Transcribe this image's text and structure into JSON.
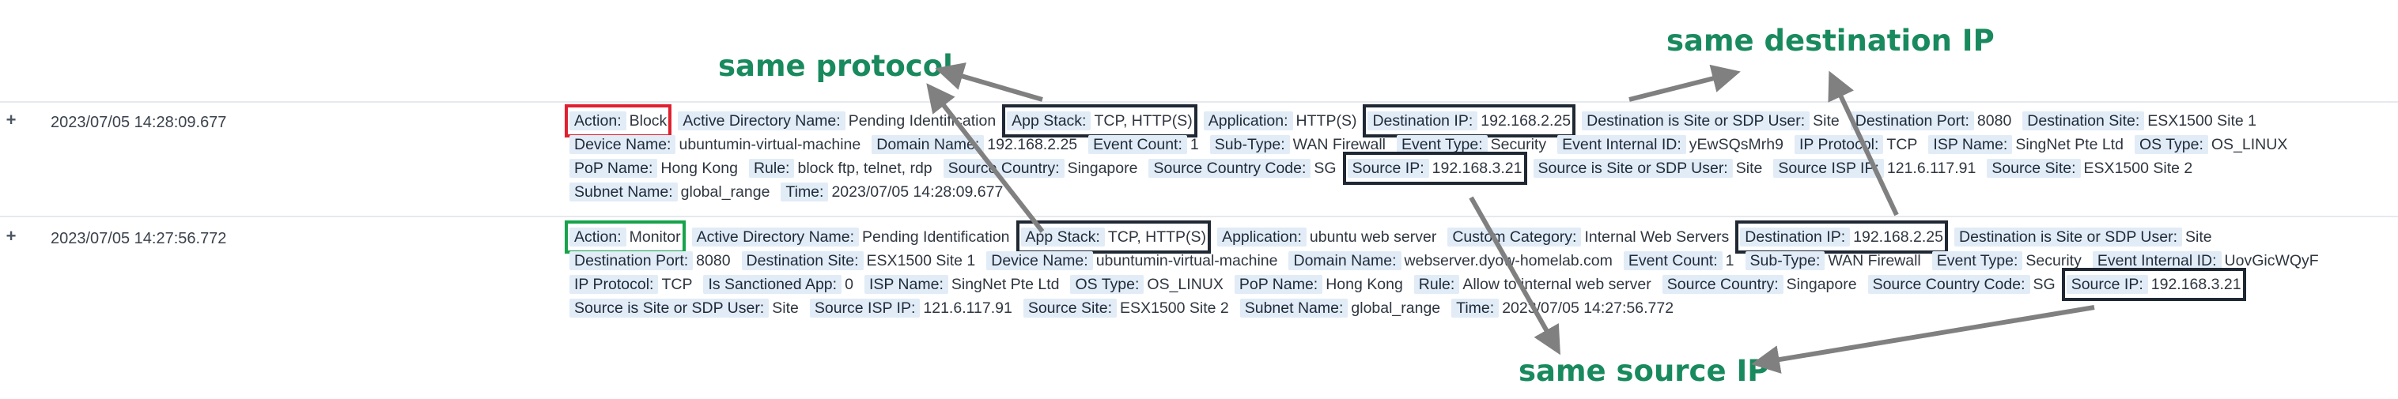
{
  "annotations": {
    "same_protocol": "same protocol",
    "same_destination_ip": "same destination IP",
    "same_source_ip": "same source IP",
    "arrow_color": "#808080",
    "text_color": "#198a5e"
  },
  "highlight_colors": {
    "block": "#e0202f",
    "monitor": "#16a34a",
    "match": "#1f2833"
  },
  "events": [
    {
      "timestamp": "2023/07/05 14:28:09.677",
      "expand": "+",
      "lines": [
        [
          {
            "k": "Action:",
            "v": "Block",
            "hl": "red"
          },
          {
            "k": "Active Directory Name:",
            "v": "Pending Identification"
          },
          {
            "k": "App Stack:",
            "v": "TCP, HTTP(S)",
            "hl": "black"
          },
          {
            "k": "Application:",
            "v": "HTTP(S)"
          },
          {
            "k": "Destination IP:",
            "v": "192.168.2.25",
            "hl": "black"
          },
          {
            "k": "Destination is Site or SDP User:",
            "v": "Site"
          },
          {
            "k": "Destination Port:",
            "v": "8080"
          },
          {
            "k": "Destination Site:",
            "v": "ESX1500 Site 1"
          }
        ],
        [
          {
            "k": "Device Name:",
            "v": "ubuntumin-virtual-machine"
          },
          {
            "k": "Domain Name:",
            "v": "192.168.2.25"
          },
          {
            "k": "Event Count:",
            "v": "1"
          },
          {
            "k": "Sub-Type:",
            "v": "WAN Firewall"
          },
          {
            "k": "Event Type:",
            "v": "Security"
          },
          {
            "k": "Event Internal ID:",
            "v": "yEwSQsMrh9"
          },
          {
            "k": "IP Protocol:",
            "v": "TCP"
          },
          {
            "k": "ISP Name:",
            "v": "SingNet Pte Ltd"
          },
          {
            "k": "OS Type:",
            "v": "OS_LINUX"
          }
        ],
        [
          {
            "k": "PoP Name:",
            "v": "Hong Kong"
          },
          {
            "k": "Rule:",
            "v": "block ftp, telnet, rdp"
          },
          {
            "k": "Source Country:",
            "v": "Singapore"
          },
          {
            "k": "Source Country Code:",
            "v": "SG"
          },
          {
            "k": "Source IP:",
            "v": "192.168.3.21",
            "hl": "black"
          },
          {
            "k": "Source is Site or SDP User:",
            "v": "Site"
          },
          {
            "k": "Source ISP IP:",
            "v": "121.6.117.91"
          },
          {
            "k": "Source Site:",
            "v": "ESX1500 Site 2"
          }
        ],
        [
          {
            "k": "Subnet Name:",
            "v": "global_range"
          },
          {
            "k": "Time:",
            "v": "2023/07/05 14:28:09.677"
          }
        ]
      ]
    },
    {
      "timestamp": "2023/07/05 14:27:56.772",
      "expand": "+",
      "lines": [
        [
          {
            "k": "Action:",
            "v": "Monitor",
            "hl": "green"
          },
          {
            "k": "Active Directory Name:",
            "v": "Pending Identification"
          },
          {
            "k": "App Stack:",
            "v": "TCP, HTTP(S)",
            "hl": "black"
          },
          {
            "k": "Application:",
            "v": "ubuntu web server"
          },
          {
            "k": "Custom Category:",
            "v": "Internal Web Servers"
          },
          {
            "k": "Destination IP:",
            "v": "192.168.2.25",
            "hl": "black"
          },
          {
            "k": "Destination is Site or SDP User:",
            "v": "Site"
          }
        ],
        [
          {
            "k": "Destination Port:",
            "v": "8080"
          },
          {
            "k": "Destination Site:",
            "v": "ESX1500 Site 1"
          },
          {
            "k": "Device Name:",
            "v": "ubuntumin-virtual-machine"
          },
          {
            "k": "Domain Name:",
            "v": "webserver.dyow-homelab.com"
          },
          {
            "k": "Event Count:",
            "v": "1"
          },
          {
            "k": "Sub-Type:",
            "v": "WAN Firewall"
          },
          {
            "k": "Event Type:",
            "v": "Security"
          },
          {
            "k": "Event Internal ID:",
            "v": "UovGicWQyF"
          }
        ],
        [
          {
            "k": "IP Protocol:",
            "v": "TCP"
          },
          {
            "k": "Is Sanctioned App:",
            "v": "0"
          },
          {
            "k": "ISP Name:",
            "v": "SingNet Pte Ltd"
          },
          {
            "k": "OS Type:",
            "v": "OS_LINUX"
          },
          {
            "k": "PoP Name:",
            "v": "Hong Kong"
          },
          {
            "k": "Rule:",
            "v": "Allow to internal web server"
          },
          {
            "k": "Source Country:",
            "v": "Singapore"
          },
          {
            "k": "Source Country Code:",
            "v": "SG"
          },
          {
            "k": "Source IP:",
            "v": "192.168.3.21",
            "hl": "black"
          }
        ],
        [
          {
            "k": "Source is Site or SDP User:",
            "v": "Site"
          },
          {
            "k": "Source ISP IP:",
            "v": "121.6.117.91"
          },
          {
            "k": "Source Site:",
            "v": "ESX1500 Site 2"
          },
          {
            "k": "Subnet Name:",
            "v": "global_range"
          },
          {
            "k": "Time:",
            "v": "2023/07/05 14:27:56.772"
          }
        ]
      ]
    }
  ]
}
